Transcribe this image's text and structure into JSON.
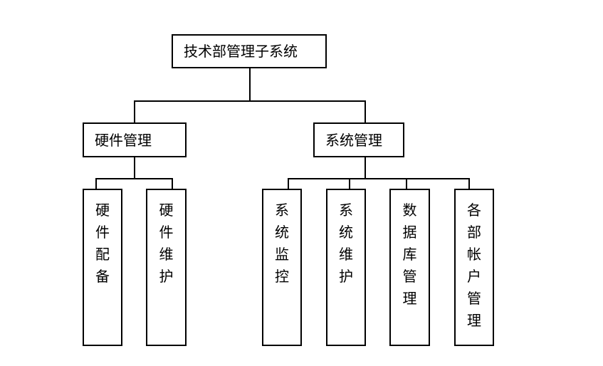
{
  "root": {
    "label": "技术部管理子系统"
  },
  "branches": [
    {
      "label": "硬件管理",
      "children": [
        {
          "label": "硬件配备"
        },
        {
          "label": "硬件维护"
        }
      ]
    },
    {
      "label": "系统管理",
      "children": [
        {
          "label": "系统监控"
        },
        {
          "label": "系统维护"
        },
        {
          "label": "数据库管理"
        },
        {
          "label": "各部帐户管理"
        }
      ]
    }
  ]
}
